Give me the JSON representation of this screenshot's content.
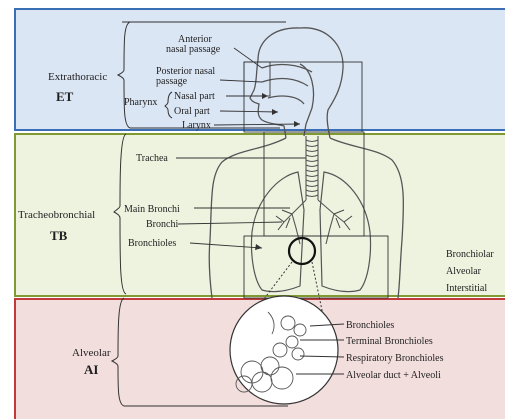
{
  "regions": {
    "et": {
      "name": "Extrathoracic",
      "abbr": "ET",
      "color": "#3a6fb5",
      "fill": "#dbe6f5"
    },
    "tb": {
      "name": "Tracheobronchial",
      "abbr": "TB",
      "color": "#7f9a32",
      "fill": "#eef3e0"
    },
    "ai": {
      "name": "Alveolar",
      "abbr": "AI",
      "color": "#c03a3a",
      "fill": "#f3dede"
    }
  },
  "labels": {
    "anterior_nasal_1": "Anterior",
    "anterior_nasal_2": "nasal passage",
    "posterior_nasal_1": "Posterior nasal",
    "posterior_nasal_2": "passage",
    "pharynx": "Pharynx",
    "nasal_part": "Nasal part",
    "oral_part": "Oral part",
    "larynx": "Larynx",
    "trachea": "Trachea",
    "main_bronchi": "Main Bronchi",
    "bronchi": "Bronchi",
    "bronchioles": "Bronchioles"
  },
  "right_labels": {
    "bronchiolar": "Bronchiolar",
    "alveolar": "Alveolar",
    "interstitial": "Interstitial"
  },
  "inset_labels": {
    "bronchioles": "Bronchioles",
    "terminal": "Terminal Bronchioles",
    "respiratory": "Respiratory Bronchioles",
    "duct": "Alveolar duct + Alveoli"
  }
}
